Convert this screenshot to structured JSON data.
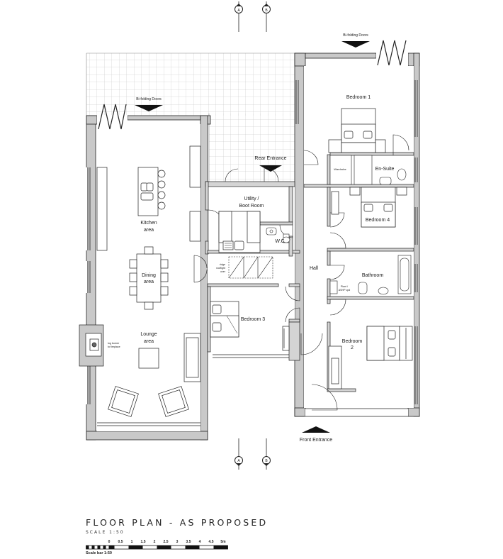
{
  "plan": {
    "title": "FLOOR PLAN - AS PROPOSED",
    "scale_text": "SCALE 1:50",
    "scale_bar_label": "Scale bar 1:50",
    "scale_ticks": [
      "0",
      "0.5",
      "1",
      "1.5",
      "2",
      "2.5",
      "3",
      "3.5",
      "4",
      "4.5",
      "5m"
    ]
  },
  "labels": {
    "bifold_top": "Bi-folding Doors",
    "bifold_left": "Bi-folding Doors",
    "rear_entrance": "Rear Entrance",
    "front_entrance": "Front Entrance",
    "bedroom1": "Bedroom 1",
    "ensuite": "En-Suite",
    "wardrobe": "Wardrobe",
    "bedroom4": "Bedroom 4",
    "bathroom": "Bathroom",
    "bedroom2_line1": "Bedroom",
    "bedroom2_line2": "2",
    "bedroom3": "Bedroom 3",
    "hall": "Hall",
    "utility_line1": "Utility /",
    "utility_line2": "Boot Room",
    "wc": "W.C",
    "kitchen_line1": "Kitchen",
    "kitchen_line2": "area",
    "dining_line1": "Dining",
    "dining_line2": "area",
    "lounge_line1": "Lounge",
    "lounge_line2": "area",
    "log_burner_line1": "log burner",
    "log_burner_line2": "to fireplace",
    "ridge_line1": "ridge",
    "ridge_line2": "rooflight",
    "ridge_line3": "over",
    "plant_line1": "Plant /",
    "plant_line2": "ASHP cpd",
    "section_marker_a": "A",
    "section_marker_b": "B"
  }
}
